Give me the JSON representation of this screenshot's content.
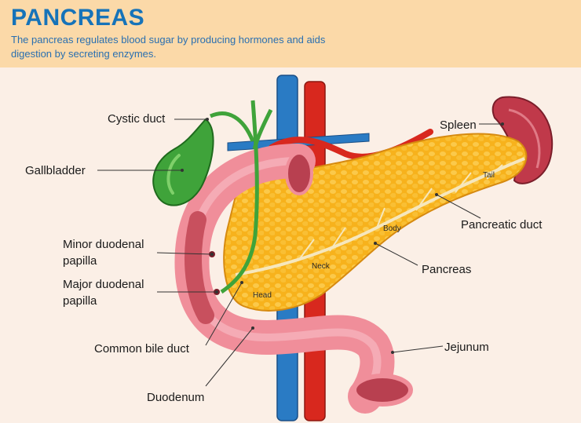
{
  "header": {
    "title": "PANCREAS",
    "subtitle": "The pancreas regulates blood sugar by producing hormones and aids digestion by secreting enzymes."
  },
  "labels": {
    "cystic_duct": "Cystic duct",
    "gallbladder": "Gallbladder",
    "minor_papilla_1": "Minor duodenal",
    "minor_papilla_2": "papilla",
    "major_papilla_1": "Major duodenal",
    "major_papilla_2": "papilla",
    "common_bile_duct": "Common  bile duct",
    "duodenum": "Duodenum",
    "spleen": "Spleen",
    "pancreatic_duct": "Pancreatic duct",
    "pancreas": "Pancreas",
    "jejunum": "Jejunum"
  },
  "regions": {
    "tail": "Tail",
    "body": "Body",
    "neck": "Neck",
    "head": "Head"
  },
  "colors": {
    "title": "#1673b9",
    "header_bg": "#fbd9a8",
    "background": "#fbefe6",
    "pancreas": "#f7b21c",
    "duodenum": "#f08e9a",
    "gallbladder": "#3fa33a",
    "spleen": "#c0394a",
    "aorta": "#d8281e",
    "vein": "#2a7bc4"
  }
}
